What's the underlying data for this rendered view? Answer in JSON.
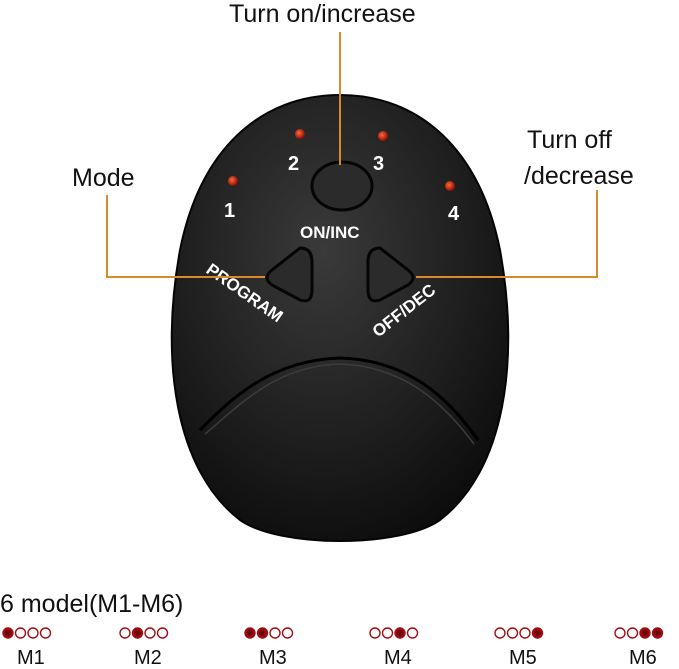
{
  "callouts": {
    "on_inc": "Turn on/increase",
    "mode": "Mode",
    "off_line1": "Turn off",
    "off_line2": "/decrease"
  },
  "device": {
    "led_labels": [
      "1",
      "2",
      "3",
      "4"
    ],
    "on_inc_label": "ON/INC",
    "program_label": "PROGRAM",
    "off_dec_label": "OFF/DEC"
  },
  "modes": {
    "title": "6 model(M1-M6)",
    "items": [
      {
        "label": "M1",
        "lit": [
          1,
          0,
          0,
          0
        ]
      },
      {
        "label": "M2",
        "lit": [
          0,
          1,
          0,
          0
        ]
      },
      {
        "label": "M3",
        "lit": [
          1,
          1,
          0,
          0
        ]
      },
      {
        "label": "M4",
        "lit": [
          0,
          0,
          1,
          0
        ]
      },
      {
        "label": "M5",
        "lit": [
          0,
          0,
          0,
          1
        ]
      },
      {
        "label": "M6",
        "lit": [
          0,
          0,
          1,
          1
        ]
      }
    ]
  },
  "colors": {
    "leader": "#d98a2b",
    "led": "#c8200e",
    "mode_dot": "#a30d12"
  }
}
